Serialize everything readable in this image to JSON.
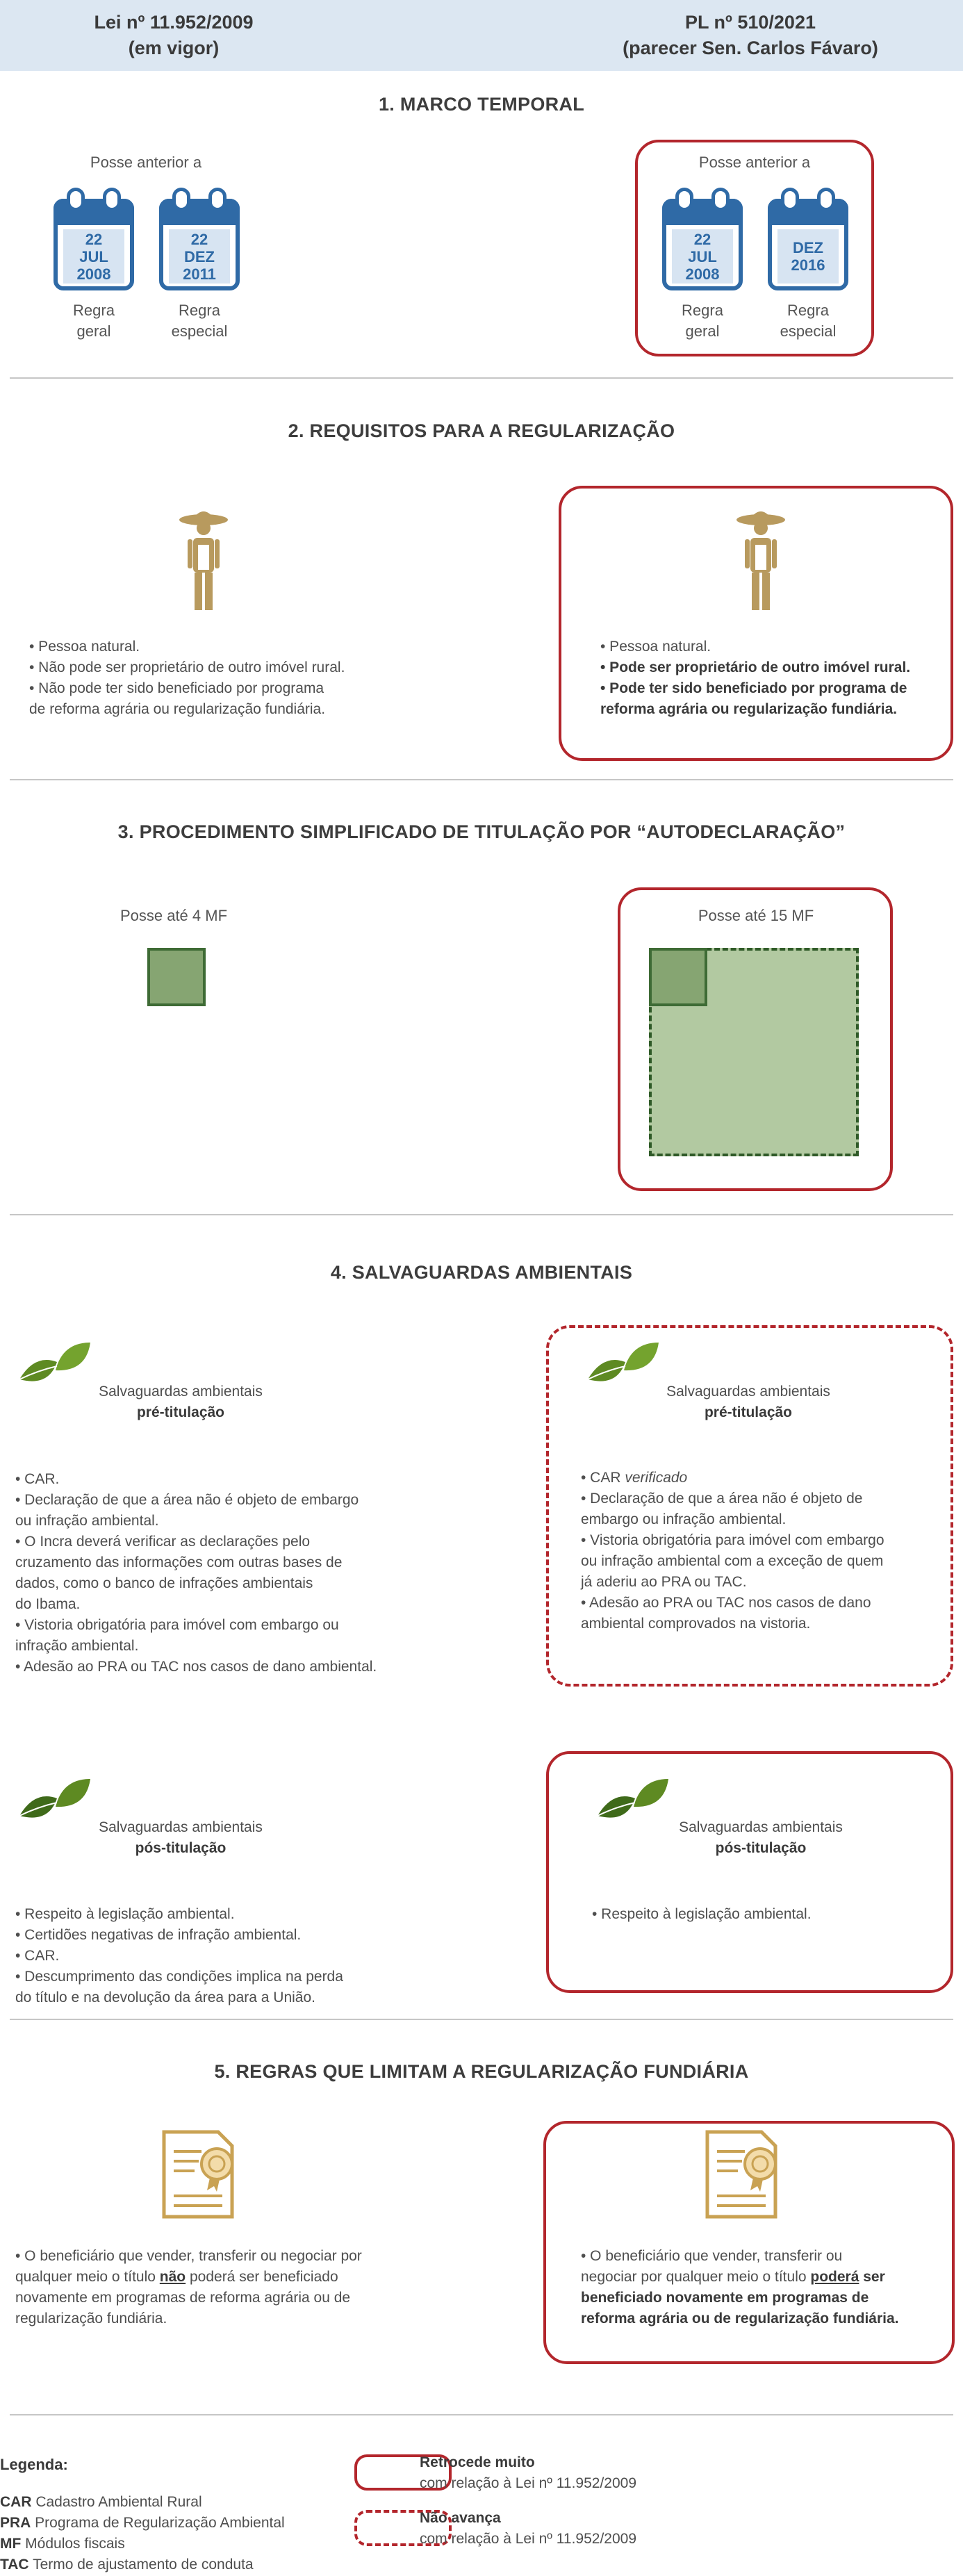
{
  "header": {
    "left_title": "Lei nº 11.952/2009",
    "left_subtitle": "(em vigor)",
    "right_title": "PL nº 510/2021",
    "right_subtitle": "(parecer Sen. Carlos Fávaro)"
  },
  "s1": {
    "title": "1. MARCO TEMPORAL",
    "left_label": "Posse anterior a",
    "right_label": "Posse anterior a",
    "left_cal1": {
      "line1": "22",
      "line2": "JUL",
      "line3": "2008",
      "rule1": "Regra",
      "rule2": "geral"
    },
    "left_cal2": {
      "line1": "22",
      "line2": "DEZ",
      "line3": "2011",
      "rule1": "Regra",
      "rule2": "especial"
    },
    "right_cal1": {
      "line1": "22",
      "line2": "JUL",
      "line3": "2008",
      "rule1": "Regra",
      "rule2": "geral"
    },
    "right_cal2": {
      "line1": "DEZ",
      "line2": "2016",
      "rule1": "Regra",
      "rule2": "especial"
    }
  },
  "s2": {
    "title": "2. REQUISITOS PARA A REGULARIZAÇÃO",
    "left": [
      "• Pessoa natural.",
      "• Não pode ser proprietário de outro imóvel rural.",
      "• Não pode ter sido beneficiado por programa",
      "de reforma agrária ou regularização fundiária."
    ],
    "right_1": "• Pessoa natural.",
    "right_2": "• Pode ser proprietário de outro imóvel rural.",
    "right_3": "• Pode ter sido beneficiado por programa de",
    "right_4": "reforma agrária ou regularização fundiária."
  },
  "s3": {
    "title": "3. PROCEDIMENTO SIMPLIFICADO DE TITULAÇÃO POR “AUTODECLARAÇÃO”",
    "left_label": "Posse até 4 MF",
    "right_label": "Posse até 15 MF"
  },
  "s4": {
    "title": "4. SALVAGUARDAS AMBIENTAIS",
    "pre_caption1": "Salvaguardas ambientais",
    "pre_caption2": "pré-titulação",
    "pos_caption1": "Salvaguardas ambientais",
    "pos_caption2": "pós-titulação",
    "pre_left": [
      "• CAR.",
      "• Declaração de que a área não é objeto de embargo",
      "ou infração ambiental.",
      "• O Incra deverá verificar as declarações pelo",
      "cruzamento das informações com outras bases de",
      "dados, como o banco de infrações ambientais",
      "do Ibama.",
      "• Vistoria obrigatória para imóvel com embargo ou",
      "infração ambiental.",
      "• Adesão ao PRA ou TAC nos casos de dano ambiental."
    ],
    "pre_right_car": "• CAR ",
    "pre_right_car_em": "verificado",
    "pre_right": [
      "• Declaração de que a área não é objeto de",
      "embargo ou infração ambiental.",
      "• Vistoria obrigatória para imóvel com embargo",
      "ou infração ambiental com a exceção de quem",
      "já aderiu ao PRA ou TAC.",
      "• Adesão ao PRA ou TAC nos casos de dano",
      "ambiental comprovados na vistoria."
    ],
    "pos_left": [
      "• Respeito à legislação ambiental.",
      "• Certidões negativas de infração ambiental.",
      "• CAR.",
      "• Descumprimento das condições implica na perda",
      "do título e na devolução da área para a União."
    ],
    "pos_right": "• Respeito à legislação ambiental."
  },
  "s5": {
    "title": "5. REGRAS QUE LIMITAM A REGULARIZAÇÃO FUNDIÁRIA",
    "left_1": "• O beneficiário que vender, transferir ou negociar por",
    "left_2a": "qualquer meio o título ",
    "left_2b": "não",
    "left_2c": " poderá ser beneficiado",
    "left_3": "novamente em programas de reforma agrária ou de",
    "left_4": "regularização fundiária.",
    "right_1": "• O beneficiário que vender, transferir ou",
    "right_2a": "negociar por qualquer meio o título ",
    "right_2b": "poderá",
    "right_2c": " ser",
    "right_3": "beneficiado novamente em programas de",
    "right_4": "reforma agrária ou de regularização fundiária."
  },
  "legend": {
    "title": "Legenda:",
    "items": [
      {
        "abbr": "CAR",
        "text": " Cadastro Ambiental Rural"
      },
      {
        "abbr": "PRA",
        "text": " Programa de Regularização Ambiental"
      },
      {
        "abbr": "MF",
        "text": " Módulos fiscais"
      },
      {
        "abbr": "TAC",
        "text": " Termo de ajustamento de conduta"
      }
    ],
    "solid_title": "Retrocede muito",
    "solid_text": "com relação à Lei nº 11.952/2009",
    "dashed_title": "Não avança",
    "dashed_text": "com relação à Lei nº 11.952/2009"
  },
  "colors": {
    "header_bg": "#dce7f2",
    "accent_red": "#b3262c",
    "calendar_blue": "#2f6aa6",
    "farmer_tan": "#b89a5e",
    "leaf_green": "#5e8a22",
    "square_green": "#86a572",
    "big_square_green": "#b2c9a1",
    "cert_gold": "#c9a253"
  }
}
